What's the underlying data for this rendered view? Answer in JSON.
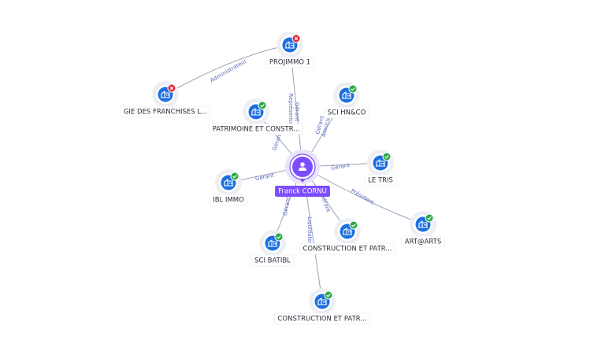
{
  "center": {
    "label": "Franck CORNU",
    "icon": "person-icon",
    "color": "#7c4dff"
  },
  "colors": {
    "node": "#1d6fe0",
    "active": "#27a844",
    "inactive": "#e0243c",
    "edge": "#9aa3b5",
    "edge_label": "#5c6bc0"
  },
  "nodes": [
    {
      "id": "projimmo",
      "label": "PROJIMMO 1",
      "status": "inactive",
      "icon": "company-icon"
    },
    {
      "id": "gie",
      "label": "GIE DES FRANCHISES L...",
      "status": "inactive",
      "icon": "company-icon"
    },
    {
      "id": "patrimoine",
      "label": "PATRIMOINE ET CONSTR...",
      "status": "active",
      "icon": "company-icon"
    },
    {
      "id": "hnco",
      "label": "SCI HN&CO",
      "status": "active",
      "icon": "company-icon"
    },
    {
      "id": "tris",
      "label": "LE TRIS",
      "status": "active",
      "icon": "company-icon"
    },
    {
      "id": "ibl",
      "label": "IBL IMMO",
      "status": "active",
      "icon": "company-icon"
    },
    {
      "id": "artarts",
      "label": "ART@ARTS",
      "status": "active",
      "icon": "company-icon"
    },
    {
      "id": "batibl",
      "label": "SCI BATIBL",
      "status": "active",
      "icon": "company-icon"
    },
    {
      "id": "construction1",
      "label": "CONSTRUCTION ET PATR...",
      "status": "active",
      "icon": "company-icon"
    },
    {
      "id": "construction2",
      "label": "CONSTRUCTION ET PATR...",
      "status": "active",
      "icon": "company-icon"
    }
  ],
  "edges": [
    {
      "from": "projimmo",
      "to": "gie",
      "label": "Administrateur"
    },
    {
      "from": "center",
      "to": "projimmo",
      "label": "Gérant\nReprésentant"
    },
    {
      "from": "center",
      "to": "patrimoine",
      "label": "Gérant"
    },
    {
      "from": "center",
      "to": "hnco",
      "label": "Gérant\nAssocié"
    },
    {
      "from": "center",
      "to": "tris",
      "label": "Gérant"
    },
    {
      "from": "center",
      "to": "ibl",
      "label": "Gérant"
    },
    {
      "from": "center",
      "to": "artarts",
      "label": "Président"
    },
    {
      "from": "center",
      "to": "batibl",
      "label": "Gérant"
    },
    {
      "from": "center",
      "to": "construction1",
      "label": "Gérant"
    },
    {
      "from": "center",
      "to": "construction2",
      "label": "Liquidateur"
    }
  ]
}
